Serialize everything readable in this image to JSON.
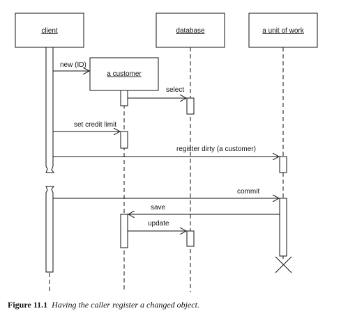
{
  "participants": {
    "client": "client",
    "database": "database",
    "unit_of_work": "a unit of work",
    "customer": "a customer"
  },
  "messages": {
    "new": "new (ID)",
    "select": "select",
    "set_credit_limit": "set credit limit",
    "register_dirty": "register dirty (a customer)",
    "commit": "commit",
    "save": "save",
    "update": "update"
  },
  "caption": {
    "number": "Figure 11.1",
    "text": "Having the caller register a changed object."
  },
  "colors": {
    "line": "#111111",
    "background": "#ffffff"
  }
}
